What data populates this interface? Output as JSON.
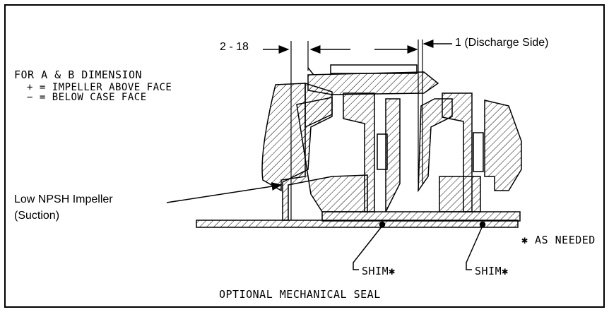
{
  "dimensions": {
    "stage_a": "2 - 18",
    "stage_b": "1 (Discharge Side)"
  },
  "legend": {
    "title": "FOR A & B DIMENSION",
    "plus_line": "+ = IMPELLER ABOVE FACE",
    "minus_line": "− = BELOW CASE FACE"
  },
  "callouts": {
    "impeller_line1": "Low NPSH Impeller",
    "impeller_line2": "(Suction)",
    "as_needed": "✱ AS NEEDED",
    "shim_1": "SHIM✱",
    "shim_2": "SHIM✱"
  },
  "footer": {
    "caption": "OPTIONAL MECHANICAL SEAL"
  },
  "colors": {
    "ink": "#000000",
    "background": "#ffffff"
  }
}
